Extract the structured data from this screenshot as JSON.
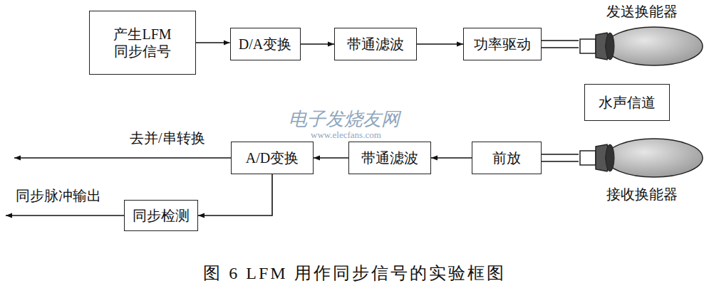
{
  "diagram": {
    "caption": "图 6 LFM 用作同步信号的实验框图",
    "nodes": [
      {
        "text": [
          "产生LFM 同步信号"
        ]
      },
      {
        "text": [
          "D/A变换"
        ]
      },
      {
        "text": [
          "带通滤波"
        ]
      },
      {
        "text": [
          "功率驱动"
        ]
      },
      {
        "text": [
          "发送换能器"
        ]
      },
      {
        "text": [
          "水声信道"
        ]
      },
      {
        "text": [
          "接收换能器"
        ]
      },
      {
        "text": [
          "前放"
        ]
      },
      {
        "text": [
          "带通滤波"
        ]
      },
      {
        "text": [
          "A/D变换"
        ]
      },
      {
        "text": [
          "同步检测"
        ]
      }
    ],
    "edges": [
      {
        "from": 0,
        "to": 1,
        "arrow": "to"
      },
      {
        "from": 1,
        "to": 2,
        "arrow": "to"
      },
      {
        "from": 2,
        "to": 3,
        "arrow": "to"
      },
      {
        "from": 3,
        "to": 4,
        "arrow": "none"
      },
      {
        "from": 6,
        "to": 7,
        "arrow": "none"
      },
      {
        "from": 7,
        "to": 8,
        "arrow": "to"
      },
      {
        "from": 8,
        "to": 9,
        "arrow": "to"
      },
      {
        "from": 9,
        "to": 10,
        "arrow": "to"
      }
    ],
    "labels": [
      "去并/串转换",
      "同步脉冲输出",
      "电子发烧友网",
      "www.elecfans.com"
    ]
  }
}
